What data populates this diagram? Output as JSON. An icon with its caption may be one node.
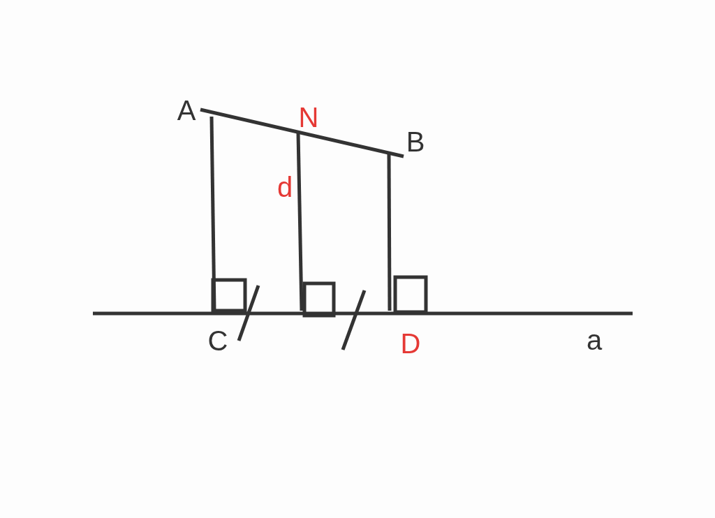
{
  "diagram": {
    "labels": [
      "A",
      "N",
      "B",
      "d",
      "C",
      "D",
      "a"
    ]
  }
}
